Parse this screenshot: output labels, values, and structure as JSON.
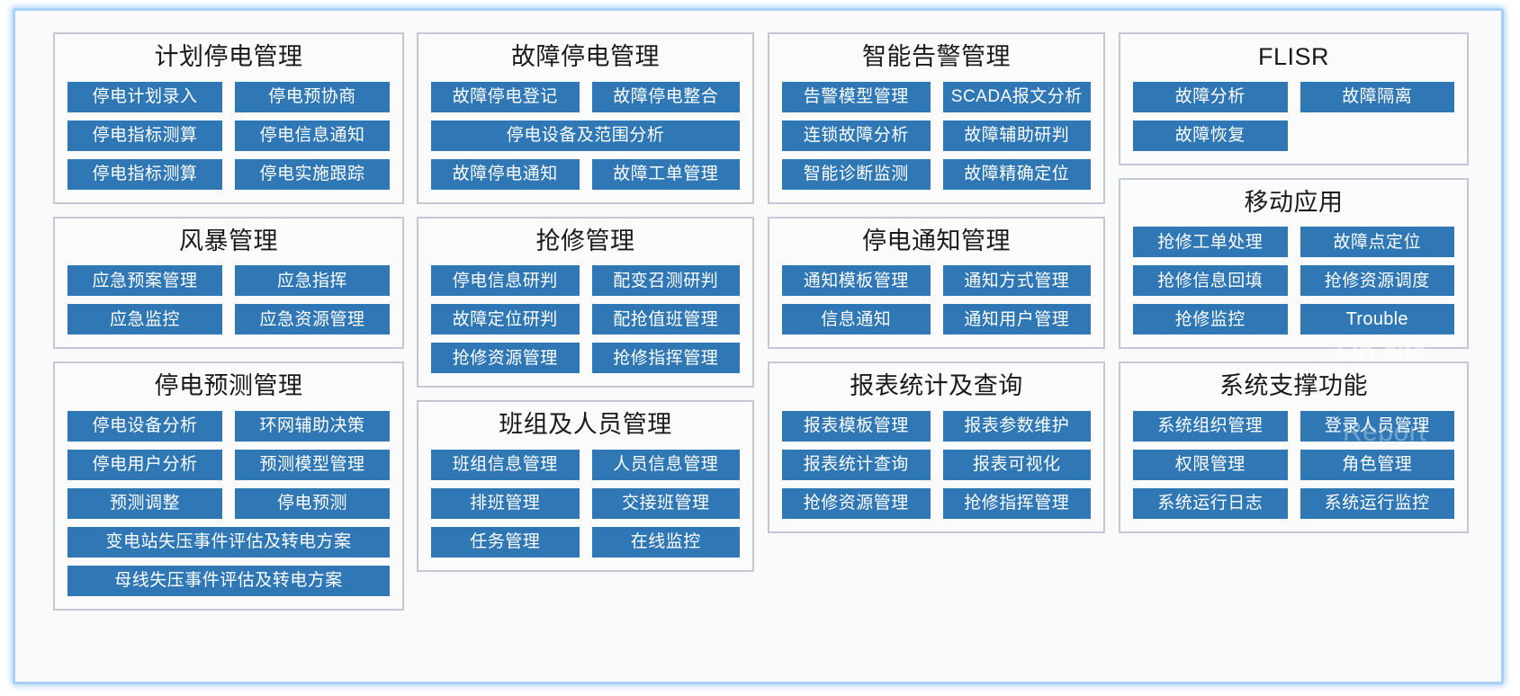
{
  "theme": {
    "accent": "#2f77b5",
    "panel_border": "#c3c8d4",
    "frame_border": "#a8d0f5",
    "panel_bg": "#fbfbfc",
    "cell_text": "#ffffff",
    "title_text": "#1a1a1a"
  },
  "overlays": [
    {
      "name": "on-site",
      "text": "On-site"
    },
    {
      "name": "report",
      "text": "Report"
    }
  ],
  "columns": [
    {
      "name": "column-1",
      "panels": [
        {
          "title": "计划停电管理",
          "cells": [
            {
              "label": "停电计划录入",
              "wide": false
            },
            {
              "label": "停电预协商",
              "wide": false
            },
            {
              "label": "停电指标测算",
              "wide": false
            },
            {
              "label": "停电信息通知",
              "wide": false
            },
            {
              "label": "停电指标测算",
              "wide": false
            },
            {
              "label": "停电实施跟踪",
              "wide": false
            }
          ]
        },
        {
          "title": "风暴管理",
          "cells": [
            {
              "label": "应急预案管理",
              "wide": false
            },
            {
              "label": "应急指挥",
              "wide": false
            },
            {
              "label": "应急监控",
              "wide": false
            },
            {
              "label": "应急资源管理",
              "wide": false
            }
          ]
        },
        {
          "title": "停电预测管理",
          "cells": [
            {
              "label": "停电设备分析",
              "wide": false
            },
            {
              "label": "环网辅助决策",
              "wide": false
            },
            {
              "label": "停电用户分析",
              "wide": false
            },
            {
              "label": "预测模型管理",
              "wide": false
            },
            {
              "label": "预测调整",
              "wide": false
            },
            {
              "label": "停电预测",
              "wide": false
            },
            {
              "label": "变电站失压事件评估及转电方案",
              "wide": true
            },
            {
              "label": "母线失压事件评估及转电方案",
              "wide": true
            }
          ]
        }
      ]
    },
    {
      "name": "column-2",
      "panels": [
        {
          "title": "故障停电管理",
          "cells": [
            {
              "label": "故障停电登记",
              "wide": false
            },
            {
              "label": "故障停电整合",
              "wide": false
            },
            {
              "label": "停电设备及范围分析",
              "wide": true
            },
            {
              "label": "故障停电通知",
              "wide": false
            },
            {
              "label": "故障工单管理",
              "wide": false
            }
          ]
        },
        {
          "title": "抢修管理",
          "cells": [
            {
              "label": "停电信息研判",
              "wide": false
            },
            {
              "label": "配变召测研判",
              "wide": false
            },
            {
              "label": "故障定位研判",
              "wide": false
            },
            {
              "label": "配抢值班管理",
              "wide": false
            },
            {
              "label": "抢修资源管理",
              "wide": false
            },
            {
              "label": "抢修指挥管理",
              "wide": false
            }
          ]
        },
        {
          "title": "班组及人员管理",
          "cells": [
            {
              "label": "班组信息管理",
              "wide": false
            },
            {
              "label": "人员信息管理",
              "wide": false
            },
            {
              "label": "排班管理",
              "wide": false
            },
            {
              "label": "交接班管理",
              "wide": false
            },
            {
              "label": "任务管理",
              "wide": false
            },
            {
              "label": "在线监控",
              "wide": false
            }
          ]
        }
      ]
    },
    {
      "name": "column-3",
      "panels": [
        {
          "title": "智能告警管理",
          "cells": [
            {
              "label": "告警模型管理",
              "wide": false
            },
            {
              "label": "SCADA报文分析",
              "wide": false
            },
            {
              "label": "连锁故障分析",
              "wide": false
            },
            {
              "label": "故障辅助研判",
              "wide": false
            },
            {
              "label": "智能诊断监测",
              "wide": false
            },
            {
              "label": "故障精确定位",
              "wide": false
            }
          ]
        },
        {
          "title": "停电通知管理",
          "cells": [
            {
              "label": "通知模板管理",
              "wide": false
            },
            {
              "label": "通知方式管理",
              "wide": false
            },
            {
              "label": "信息通知",
              "wide": false
            },
            {
              "label": "通知用户管理",
              "wide": false
            }
          ]
        },
        {
          "title": "报表统计及查询",
          "cells": [
            {
              "label": "报表模板管理",
              "wide": false
            },
            {
              "label": "报表参数维护",
              "wide": false
            },
            {
              "label": "报表统计查询",
              "wide": false
            },
            {
              "label": "报表可视化",
              "wide": false
            },
            {
              "label": "抢修资源管理",
              "wide": false
            },
            {
              "label": "抢修指挥管理",
              "wide": false
            }
          ]
        }
      ]
    },
    {
      "name": "column-4",
      "panels": [
        {
          "title": "FLISR",
          "cells": [
            {
              "label": "故障分析",
              "wide": false
            },
            {
              "label": "故障隔离",
              "wide": false
            },
            {
              "label": "故障恢复",
              "wide": false
            }
          ]
        },
        {
          "title": "移动应用",
          "cells": [
            {
              "label": "抢修工单处理",
              "wide": false
            },
            {
              "label": "故障点定位",
              "wide": false
            },
            {
              "label": "抢修信息回填",
              "wide": false
            },
            {
              "label": "抢修资源调度",
              "wide": false
            },
            {
              "label": "抢修监控",
              "wide": false
            },
            {
              "label": "Trouble",
              "wide": false,
              "latin": true
            }
          ]
        },
        {
          "title": "系统支撑功能",
          "cells": [
            {
              "label": "系统组织管理",
              "wide": false
            },
            {
              "label": "登录人员管理",
              "wide": false
            },
            {
              "label": "权限管理",
              "wide": false
            },
            {
              "label": "角色管理",
              "wide": false
            },
            {
              "label": "系统运行日志",
              "wide": false
            },
            {
              "label": "系统运行监控",
              "wide": false
            }
          ]
        }
      ]
    }
  ]
}
